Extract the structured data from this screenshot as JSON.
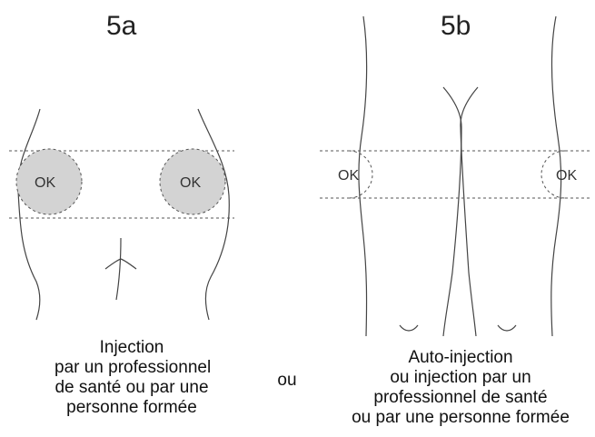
{
  "panel_a": {
    "title": "5a",
    "zone_label_left": "OK",
    "zone_label_right": "OK",
    "caption_lines": [
      "Injection",
      "par un professionnel",
      "de santé ou par une",
      "personne formée"
    ]
  },
  "separator": "ou",
  "panel_b": {
    "title": "5b",
    "zone_label_left": "OK",
    "zone_label_right": "OK",
    "caption_lines": [
      "Auto-injection",
      "ou injection par un",
      "professionnel de santé",
      "ou par une personne formée"
    ]
  },
  "colors": {
    "outline": "#444444",
    "zone_fill": "#d3d3d3",
    "dashed_line": "#555555"
  }
}
